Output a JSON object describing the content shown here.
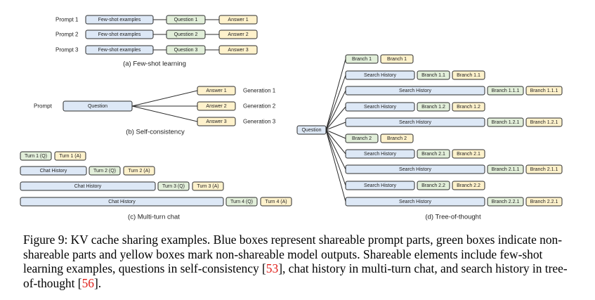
{
  "colors": {
    "shareable": "#dde8f6",
    "non_shareable": "#e2efda",
    "model_output": "#fff2cc",
    "border": "#2b2b2b",
    "citation": "#e0201b"
  },
  "few_shot": {
    "caption": "(a) Few-shot learning",
    "rows": [
      {
        "label": "Prompt 1",
        "shared": "Few-shot examples",
        "question": "Question 1",
        "answer": "Answer 1"
      },
      {
        "label": "Prompt 2",
        "shared": "Few-shot examples",
        "question": "Question 2",
        "answer": "Answer 2"
      },
      {
        "label": "Prompt 3",
        "shared": "Few-shot examples",
        "question": "Question 3",
        "answer": "Answer 3"
      }
    ]
  },
  "self_consistency": {
    "caption": "(b) Self-consistency",
    "prompt_label": "Prompt",
    "question": "Question",
    "answers": [
      {
        "answer": "Answer 1",
        "generation": "Generation 1"
      },
      {
        "answer": "Answer 2",
        "generation": "Generation 2"
      },
      {
        "answer": "Answer 3",
        "generation": "Generation 3"
      }
    ]
  },
  "multi_turn": {
    "caption": "(c) Multi-turn chat",
    "rows": [
      {
        "history": null,
        "q": "Turn 1 (Q)",
        "a": "Turn 1 (A)"
      },
      {
        "history": "Chat History",
        "q": "Turn 2 (Q)",
        "a": "Turn 2 (A)"
      },
      {
        "history": "Chat History",
        "q": "Turn 3 (Q)",
        "a": "Turn 3 (A)"
      },
      {
        "history": "Chat History",
        "q": "Turn 4 (Q)",
        "a": "Turn 4 (A)"
      }
    ]
  },
  "tree_of_thought": {
    "caption": "(d) Tree-of-thought",
    "root": "Question",
    "rows": [
      {
        "history": null,
        "depth": 0,
        "q": "Branch 1",
        "a": "Branch 1"
      },
      {
        "history": "Search History",
        "depth": 1,
        "q": "Branch 1.1",
        "a": "Branch 1.1"
      },
      {
        "history": "Search History",
        "depth": 2,
        "q": "Branch 1.1.1",
        "a": "Branch 1.1.1"
      },
      {
        "history": "Search History",
        "depth": 1,
        "q": "Branch 1.2",
        "a": "Branch 1.2"
      },
      {
        "history": "Search History",
        "depth": 2,
        "q": "Branch 1.2.1",
        "a": "Branch 1.2.1"
      },
      {
        "history": null,
        "depth": 0,
        "q": "Branch 2",
        "a": "Branch 2"
      },
      {
        "history": "Search History",
        "depth": 1,
        "q": "Branch 2.1",
        "a": "Branch 2.1"
      },
      {
        "history": "Search History",
        "depth": 2,
        "q": "Branch 2.1.1",
        "a": "Branch 2.1.1"
      },
      {
        "history": "Search History",
        "depth": 1,
        "q": "Branch 2.2",
        "a": "Branch 2.2"
      },
      {
        "history": "Search History",
        "depth": 2,
        "q": "Branch 2.2.1",
        "a": "Branch 2.2.1"
      }
    ]
  },
  "caption": {
    "prefix": "Figure 9: KV cache sharing examples. Blue boxes represent shareable prompt parts, green boxes indicate non-shareable parts and yellow boxes mark non-shareable model outputs. Shareable elements include few-shot learning examples, questions in self-consistency [",
    "cite1": "53",
    "middle": "], chat history in multi-turn chat, and search history in tree-of-thought [",
    "cite2": "56",
    "suffix": "]."
  }
}
